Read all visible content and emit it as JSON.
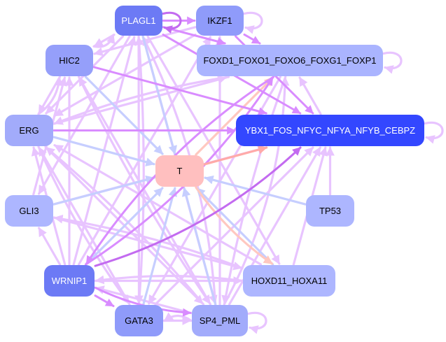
{
  "title": "Gene regulatory network",
  "colors": {
    "background": "#ffffff",
    "edge_lilac": "#e8c4ff",
    "edge_violet": "#d98cff",
    "edge_purple": "#c36bf0",
    "edge_blue": "#c6ceff",
    "edge_salmon": "#ffaaa8",
    "edge_pink": "#ffc8c0",
    "node_dark_blue": "#3347ff",
    "node_blue": "#6c7af5",
    "node_mid": "#8f9bfa",
    "node_light": "#aab4ff",
    "node_pink": "#ffbfbf"
  },
  "nodes": [
    {
      "id": "PLAGL1",
      "label": "PLAGL1",
      "fill": "#6c7af5",
      "text": "#ffffff"
    },
    {
      "id": "IKZF1",
      "label": "IKZF1",
      "fill": "#8f9bfa",
      "text": "#000000"
    },
    {
      "id": "HIC2",
      "label": "HIC2",
      "fill": "#959ffa",
      "text": "#000000"
    },
    {
      "id": "FOXD1",
      "label": "FOXD1_FOXO1_FOXO6_FOXG1_FOXP1",
      "fill": "#aab4ff",
      "text": "#000000"
    },
    {
      "id": "ERG",
      "label": "ERG",
      "fill": "#a2abfb",
      "text": "#000000"
    },
    {
      "id": "YBX1",
      "label": "YBX1_FOS_NFYC_NFYA_NFYB_CEBPZ",
      "fill": "#3347ff",
      "text": "#ffffff"
    },
    {
      "id": "T",
      "label": "T",
      "fill": "#ffbfbf",
      "text": "#000000"
    },
    {
      "id": "GLI3",
      "label": "GLI3",
      "fill": "#adb6ff",
      "text": "#000000"
    },
    {
      "id": "TP53",
      "label": "TP53",
      "fill": "#adb6ff",
      "text": "#000000"
    },
    {
      "id": "WRNIP1",
      "label": "WRNIP1",
      "fill": "#6c7af5",
      "text": "#ffffff"
    },
    {
      "id": "HOXD11",
      "label": "HOXD11_HOXA11",
      "fill": "#adb6ff",
      "text": "#000000"
    },
    {
      "id": "GATA3",
      "label": "GATA3",
      "fill": "#8f9bfa",
      "text": "#000000"
    },
    {
      "id": "SP4",
      "label": "SP4_PML",
      "fill": "#a2abfb",
      "text": "#000000"
    }
  ],
  "edges": [
    {
      "from": "PLAGL1",
      "to": "PLAGL1",
      "color": "#c36bf0",
      "self": true
    },
    {
      "from": "PLAGL1",
      "to": "IKZF1",
      "color": "#d98cff"
    },
    {
      "from": "IKZF1",
      "to": "IKZF1",
      "color": "#e8c4ff",
      "self": true
    },
    {
      "from": "FOXD1",
      "to": "FOXD1",
      "color": "#e8c4ff",
      "self": true
    },
    {
      "from": "YBX1",
      "to": "YBX1",
      "color": "#e8c4ff",
      "self": true
    },
    {
      "from": "SP4",
      "to": "SP4",
      "color": "#e8c4ff",
      "self": true
    },
    {
      "from": "PLAGL1",
      "to": "FOXD1",
      "color": "#d98cff"
    },
    {
      "from": "IKZF1",
      "to": "FOXD1",
      "color": "#d98cff"
    },
    {
      "from": "PLAGL1",
      "to": "HIC2",
      "color": "#e8c4ff"
    },
    {
      "from": "IKZF1",
      "to": "HIC2",
      "color": "#e8c4ff"
    },
    {
      "from": "PLAGL1",
      "to": "ERG",
      "color": "#e8c4ff"
    },
    {
      "from": "PLAGL1",
      "to": "YBX1",
      "color": "#d98cff"
    },
    {
      "from": "PLAGL1",
      "to": "T",
      "color": "#c6ceff"
    },
    {
      "from": "PLAGL1",
      "to": "GLI3",
      "color": "#e8c4ff"
    },
    {
      "from": "PLAGL1",
      "to": "GATA3",
      "color": "#e8c4ff"
    },
    {
      "from": "PLAGL1",
      "to": "SP4",
      "color": "#e8c4ff"
    },
    {
      "from": "PLAGL1",
      "to": "HOXD11",
      "color": "#e8c4ff"
    },
    {
      "from": "IKZF1",
      "to": "YBX1",
      "color": "#d98cff"
    },
    {
      "from": "IKZF1",
      "to": "ERG",
      "color": "#e8c4ff"
    },
    {
      "from": "HIC2",
      "to": "T",
      "color": "#c6ceff"
    },
    {
      "from": "HIC2",
      "to": "YBX1",
      "color": "#d98cff"
    },
    {
      "from": "HIC2",
      "to": "ERG",
      "color": "#e8c4ff"
    },
    {
      "from": "ERG",
      "to": "HIC2",
      "color": "#e8c4ff"
    },
    {
      "from": "ERG",
      "to": "YBX1",
      "color": "#d98cff"
    },
    {
      "from": "ERG",
      "to": "T",
      "color": "#c6ceff"
    },
    {
      "from": "ERG",
      "to": "FOXD1",
      "color": "#e8c4ff"
    },
    {
      "from": "ERG",
      "to": "SP4",
      "color": "#e8c4ff"
    },
    {
      "from": "GLI3",
      "to": "T",
      "color": "#c6ceff"
    },
    {
      "from": "GLI3",
      "to": "YBX1",
      "color": "#e8c4ff"
    },
    {
      "from": "GLI3",
      "to": "HOXD11",
      "color": "#e8c4ff"
    },
    {
      "from": "GLI3",
      "to": "HIC2",
      "color": "#e8c4ff"
    },
    {
      "from": "TP53",
      "to": "T",
      "color": "#c6ceff"
    },
    {
      "from": "TP53",
      "to": "YBX1",
      "color": "#e8c4ff"
    },
    {
      "from": "YBX1",
      "to": "FOXD1",
      "color": "#e8c4ff"
    },
    {
      "from": "T",
      "to": "YBX1",
      "color": "#ffaaa8"
    },
    {
      "from": "T",
      "to": "FOXD1",
      "color": "#ffc8c0"
    },
    {
      "from": "T",
      "to": "HOXD11",
      "color": "#ffc8c0"
    },
    {
      "from": "WRNIP1",
      "to": "T",
      "color": "#c6ceff"
    },
    {
      "from": "WRNIP1",
      "to": "YBX1",
      "color": "#c36bf0"
    },
    {
      "from": "WRNIP1",
      "to": "FOXD1",
      "color": "#d98cff"
    },
    {
      "from": "WRNIP1",
      "to": "HIC2",
      "color": "#e8c4ff"
    },
    {
      "from": "WRNIP1",
      "to": "ERG",
      "color": "#e8c4ff"
    },
    {
      "from": "WRNIP1",
      "to": "GLI3",
      "color": "#e8c4ff"
    },
    {
      "from": "WRNIP1",
      "to": "GATA3",
      "color": "#d98cff"
    },
    {
      "from": "WRNIP1",
      "to": "SP4",
      "color": "#d98cff"
    },
    {
      "from": "WRNIP1",
      "to": "HOXD11",
      "color": "#e8c4ff"
    },
    {
      "from": "WRNIP1",
      "to": "PLAGL1",
      "color": "#e8c4ff"
    },
    {
      "from": "WRNIP1",
      "to": "IKZF1",
      "color": "#e8c4ff"
    },
    {
      "from": "GATA3",
      "to": "T",
      "color": "#c6ceff"
    },
    {
      "from": "GATA3",
      "to": "YBX1",
      "color": "#e8c4ff"
    },
    {
      "from": "GATA3",
      "to": "PLAGL1",
      "color": "#e8c4ff"
    },
    {
      "from": "GATA3",
      "to": "ERG",
      "color": "#e8c4ff"
    },
    {
      "from": "GATA3",
      "to": "SP4",
      "color": "#e8c4ff"
    },
    {
      "from": "SP4",
      "to": "GATA3",
      "color": "#e8c4ff"
    },
    {
      "from": "SP4",
      "to": "T",
      "color": "#c6ceff"
    },
    {
      "from": "SP4",
      "to": "YBX1",
      "color": "#e8c4ff"
    },
    {
      "from": "SP4",
      "to": "FOXD1",
      "color": "#e8c4ff"
    },
    {
      "from": "SP4",
      "to": "PLAGL1",
      "color": "#e8c4ff"
    },
    {
      "from": "SP4",
      "to": "HIC2",
      "color": "#e8c4ff"
    },
    {
      "from": "SP4",
      "to": "ERG",
      "color": "#e8c4ff"
    },
    {
      "from": "SP4",
      "to": "WRNIP1",
      "color": "#e8c4ff"
    },
    {
      "from": "SP4",
      "to": "IKZF1",
      "color": "#e8c4ff"
    },
    {
      "from": "HOXD11",
      "to": "T",
      "color": "#c6ceff"
    },
    {
      "from": "HOXD11",
      "to": "YBX1",
      "color": "#e8c4ff"
    },
    {
      "from": "HOXD11",
      "to": "ERG",
      "color": "#e8c4ff"
    },
    {
      "from": "HOXD11",
      "to": "WRNIP1",
      "color": "#e8c4ff"
    },
    {
      "from": "HOXD11",
      "to": "GLI3",
      "color": "#e8c4ff"
    },
    {
      "from": "FOXD1",
      "to": "WRNIP1",
      "color": "#d98cff"
    },
    {
      "from": "FOXD1",
      "to": "GATA3",
      "color": "#e8c4ff"
    },
    {
      "from": "FOXD1",
      "to": "ERG",
      "color": "#e8c4ff"
    },
    {
      "from": "FOXD1",
      "to": "SP4",
      "color": "#e8c4ff"
    },
    {
      "from": "HIC2",
      "to": "SP4",
      "color": "#e8c4ff"
    },
    {
      "from": "HIC2",
      "to": "PLAGL1",
      "color": "#e8c4ff"
    },
    {
      "from": "ERG",
      "to": "GATA3",
      "color": "#e8c4ff"
    }
  ]
}
